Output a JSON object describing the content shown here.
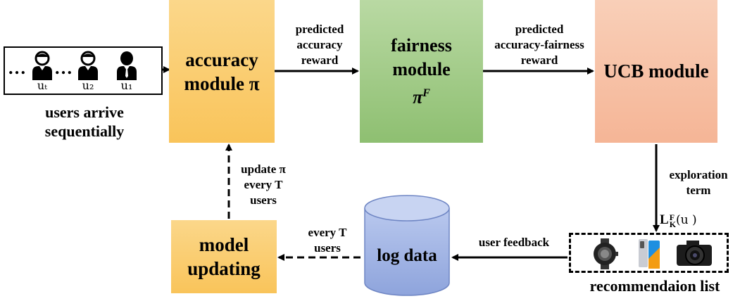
{
  "modules": {
    "accuracy": {
      "line1": "accuracy",
      "line2": "module π"
    },
    "fairness": {
      "line1": "fairness module",
      "line2": "π",
      "sup": "F"
    },
    "ucb": {
      "label": "UCB module"
    },
    "model_updating": {
      "line1": "model",
      "line2": "updating"
    },
    "log_data": {
      "label": "log data"
    }
  },
  "users": {
    "labels": [
      "uₜ",
      "u₂",
      "u₁"
    ],
    "ellipsis": "…",
    "caption_line1": "users arrive",
    "caption_line2": "sequentially"
  },
  "edges": {
    "acc_to_fair": [
      "predicted",
      "accuracy",
      "reward"
    ],
    "fair_to_ucb": [
      "predicted",
      "accuracy-fairness",
      "reward"
    ],
    "ucb_to_rec": [
      "exploration",
      "term"
    ],
    "rec_to_log": "user feedback",
    "log_to_model": [
      "every T",
      "users"
    ],
    "model_to_acc": [
      "update π",
      "every T",
      "users"
    ]
  },
  "rec_list": {
    "caption": "recommendaion list",
    "notation_base": "L",
    "notation_sup": "F",
    "notation_sub": "K",
    "notation_arg": "(u )"
  },
  "colors": {
    "accuracy": "#f9c45a",
    "fairness": "#8ebf71",
    "ucb": "#f5b596",
    "log_data": "#9aaee0"
  }
}
